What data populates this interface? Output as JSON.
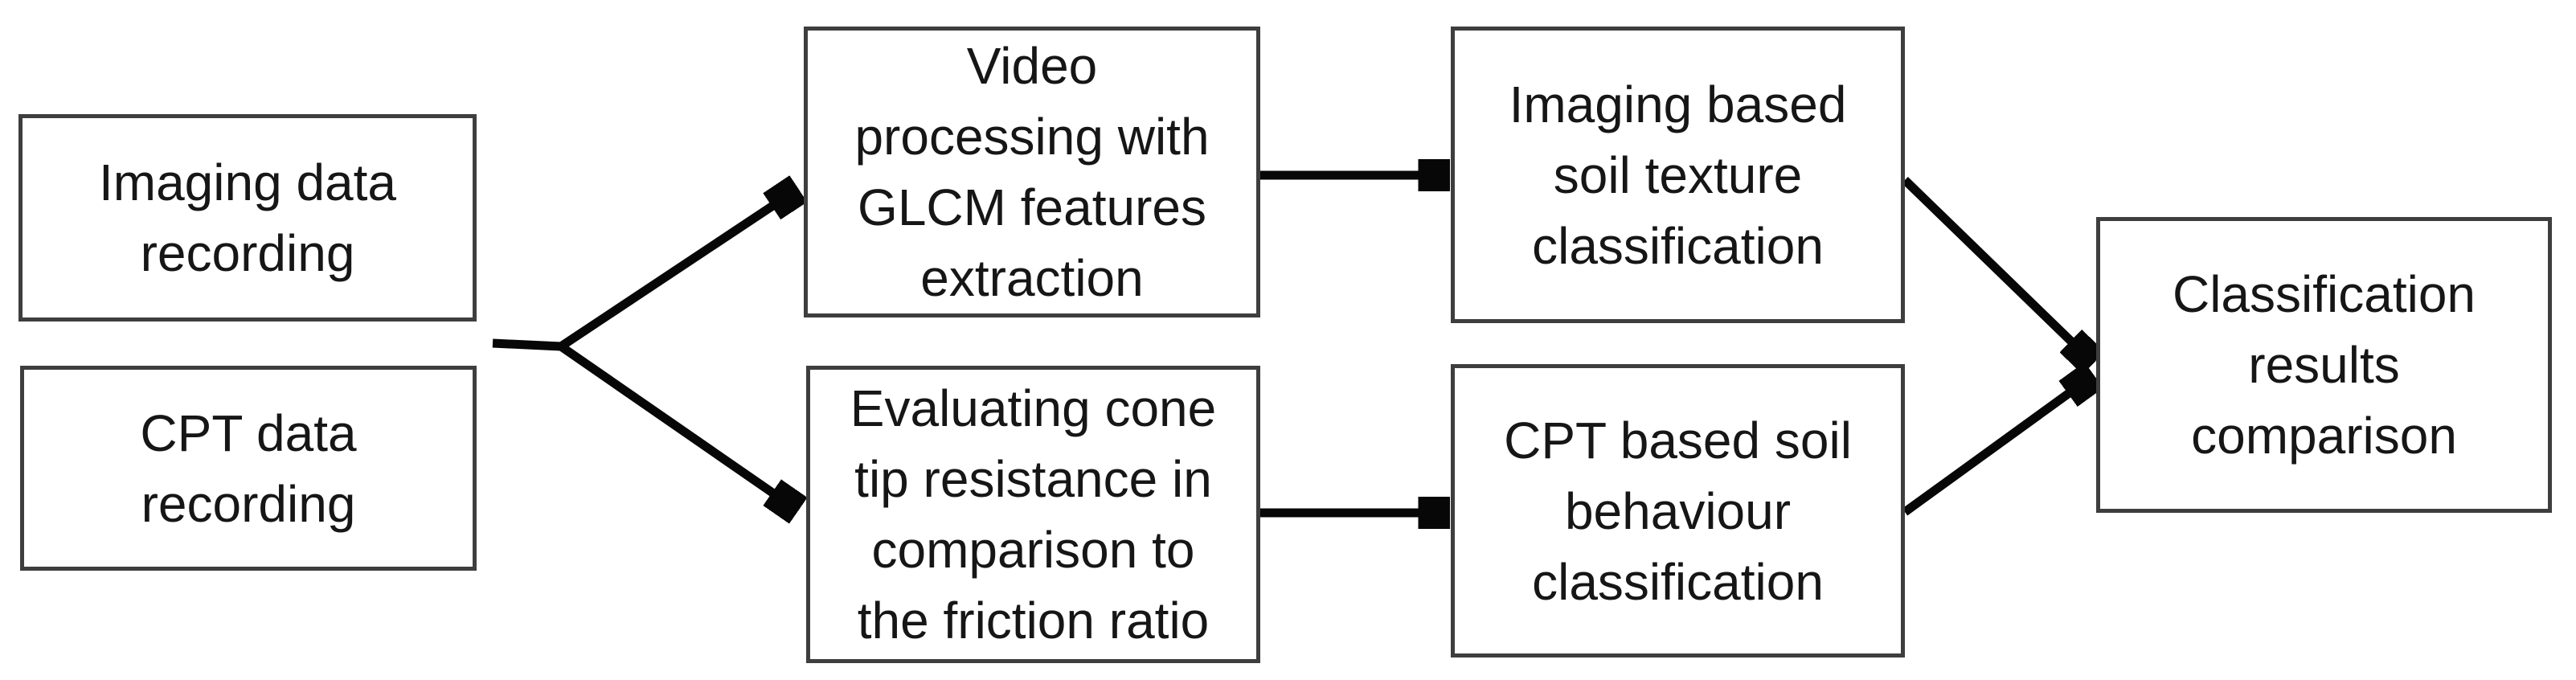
{
  "figure": {
    "type": "flowchart",
    "background_color": "#ffffff",
    "box_border_color": "#3e3e3e",
    "arrow_color": "#070707",
    "text_color": "#161616"
  },
  "nodes": {
    "imaging_data": {
      "label": "Imaging data\nrecording"
    },
    "cpt_data": {
      "label": "CPT data\nrecording"
    },
    "video_processing": {
      "label": "Video\nprocessing with\nGLCM features\nextraction"
    },
    "cone_tip_evaluation": {
      "label": "Evaluating cone\ntip resistance in\ncomparison to\nthe friction ratio"
    },
    "imaging_classification": {
      "label": "Imaging based\nsoil texture\nclassification"
    },
    "cpt_classification": {
      "label": "CPT based soil\nbehaviour\nclassification"
    },
    "results_comparison": {
      "label": "Classification\nresults\ncomparison"
    }
  },
  "edges": [
    {
      "from": "data-recording-fork",
      "to": "video_processing"
    },
    {
      "from": "data-recording-fork",
      "to": "cone_tip_evaluation"
    },
    {
      "from": "video_processing",
      "to": "imaging_classification"
    },
    {
      "from": "cone_tip_evaluation",
      "to": "cpt_classification"
    },
    {
      "from": "imaging_classification",
      "to": "results_comparison"
    },
    {
      "from": "cpt_classification",
      "to": "results_comparison"
    }
  ]
}
